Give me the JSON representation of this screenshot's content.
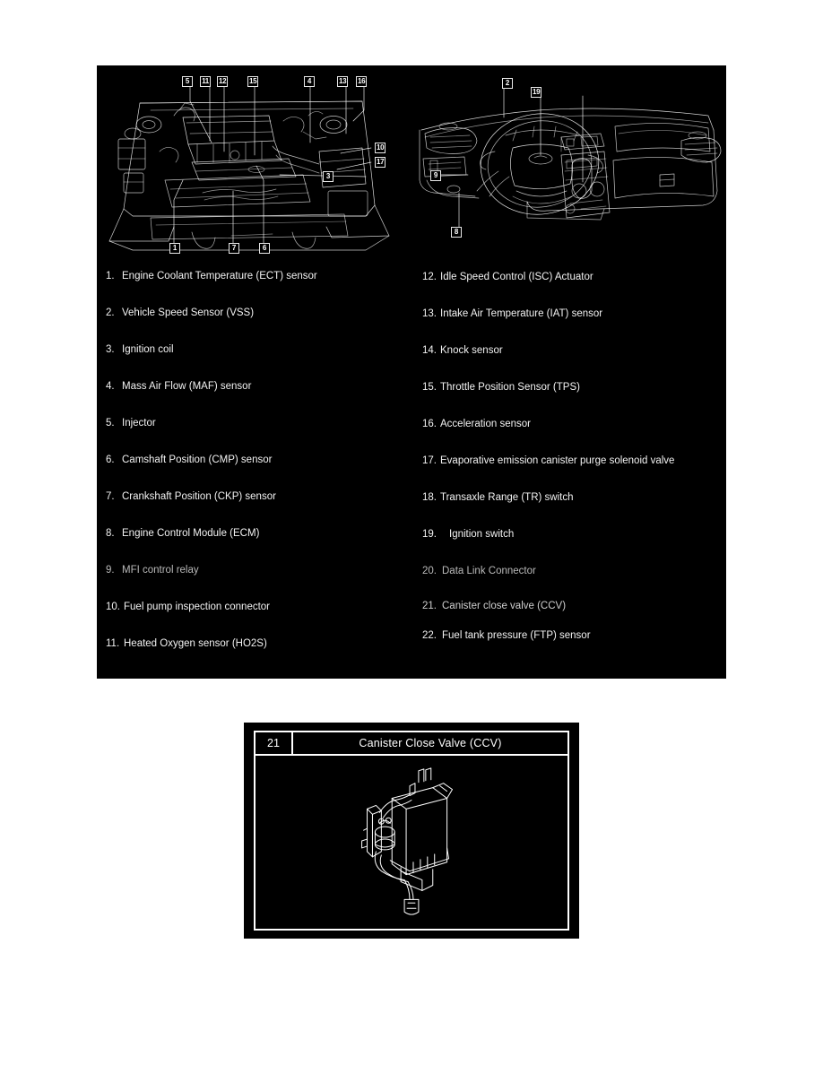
{
  "page": {
    "background_color": "#ffffff",
    "panel_color": "#000000",
    "line_color": "#ffffff"
  },
  "diagrams": {
    "engine": {
      "name": "engine-compartment-diagram",
      "callouts_top": [
        "5",
        "11",
        "12",
        "15",
        "4",
        "13",
        "16"
      ],
      "callouts_right": [
        "10",
        "17",
        "3"
      ],
      "callouts_bottom": [
        "1",
        "7",
        "6"
      ]
    },
    "dashboard": {
      "name": "instrument-panel-diagram",
      "callouts_top": [
        "2",
        "19"
      ],
      "callouts_left": [
        "9"
      ],
      "callouts_bottom": [
        "8"
      ]
    }
  },
  "callouts": {
    "c5": "5",
    "c11": "11",
    "c12": "12",
    "c15": "15",
    "c4": "4",
    "c13": "13",
    "c16": "16",
    "c10": "10",
    "c17": "17",
    "c3": "3",
    "c1": "1",
    "c7": "7",
    "c6": "6",
    "c2": "2",
    "c19": "19",
    "c9": "9",
    "c8": "8"
  },
  "legend": {
    "left": [
      {
        "num": "1.",
        "label": "Engine Coolant Temperature (ECT) sensor"
      },
      {
        "num": "2.",
        "label": "Vehicle Speed Sensor (VSS)"
      },
      {
        "num": "3.",
        "label": "Ignition coil"
      },
      {
        "num": "4.",
        "label": "Mass Air Flow (MAF) sensor"
      },
      {
        "num": "5.",
        "label": "Injector"
      },
      {
        "num": "6.",
        "label": "Camshaft Position (CMP) sensor"
      },
      {
        "num": "7.",
        "label": "Crankshaft Position (CKP) sensor"
      },
      {
        "num": "8.",
        "label": "Engine Control Module (ECM)"
      },
      {
        "num": "9.",
        "label": "MFI control relay"
      },
      {
        "num": "10.",
        "label": "Fuel pump inspection connector"
      },
      {
        "num": "11.",
        "label": "Heated Oxygen sensor (HO2S)"
      }
    ],
    "right": [
      {
        "num": "12.",
        "label": "Idle Speed Control (ISC) Actuator"
      },
      {
        "num": "13.",
        "label": "Intake Air Temperature (IAT) sensor"
      },
      {
        "num": "14.",
        "label": "Knock sensor"
      },
      {
        "num": "15.",
        "label": "Throttle Position Sensor (TPS)"
      },
      {
        "num": "16.",
        "label": "Acceleration sensor"
      },
      {
        "num": "17.",
        "label": "Evaporative emission canister purge solenoid valve"
      },
      {
        "num": "18.",
        "label": "Transaxle Range (TR) switch"
      },
      {
        "num": "19.",
        "label": "Ignition switch"
      },
      {
        "num": "20.",
        "label": "Data Link Connector"
      },
      {
        "num": "21.",
        "label": "Canister close valve (CCV)"
      },
      {
        "num": "22.",
        "label": "Fuel tank pressure (FTP) sensor"
      }
    ]
  },
  "bottom_panel": {
    "name": "canister-close-valve-figure",
    "header_number": "21",
    "header_title": "Canister Close Valve (CCV)"
  }
}
